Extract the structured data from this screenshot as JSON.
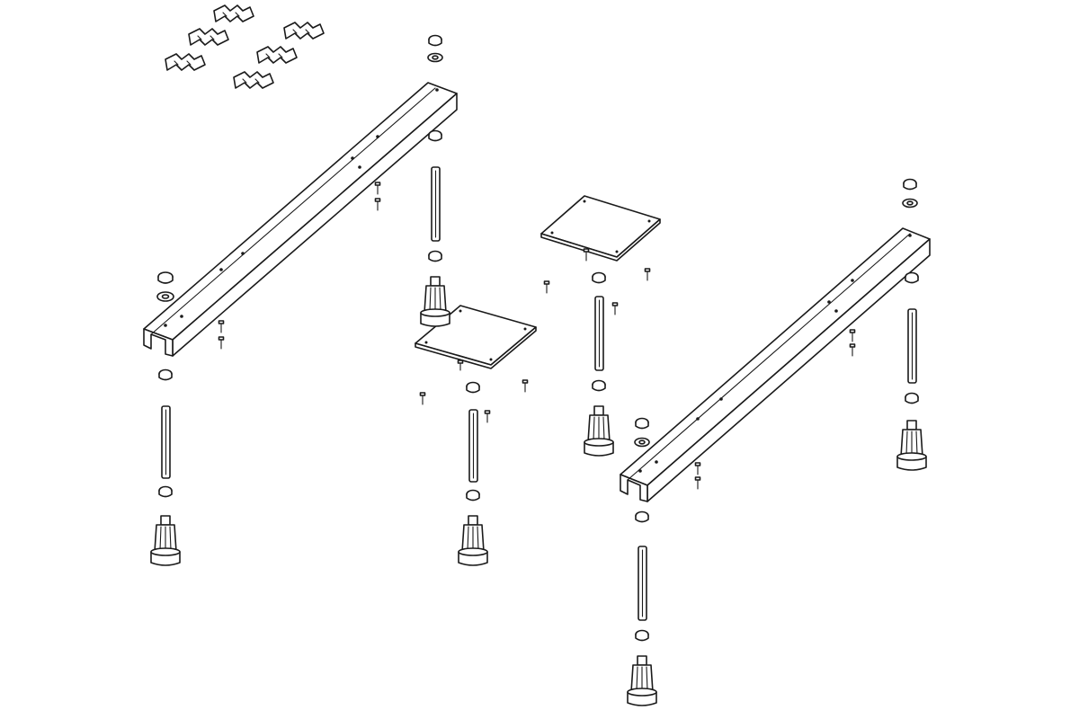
{
  "diagram": {
    "kind": "exploded assembly drawing",
    "style": "black line art on white",
    "colors": {
      "line": "#1a1a1a",
      "background": "#ffffff"
    },
    "parts": {
      "rails": 2,
      "mounting_plates": 2,
      "threaded_rods": 6,
      "adjustable_feet": 6,
      "wall_clips": 6
    }
  }
}
